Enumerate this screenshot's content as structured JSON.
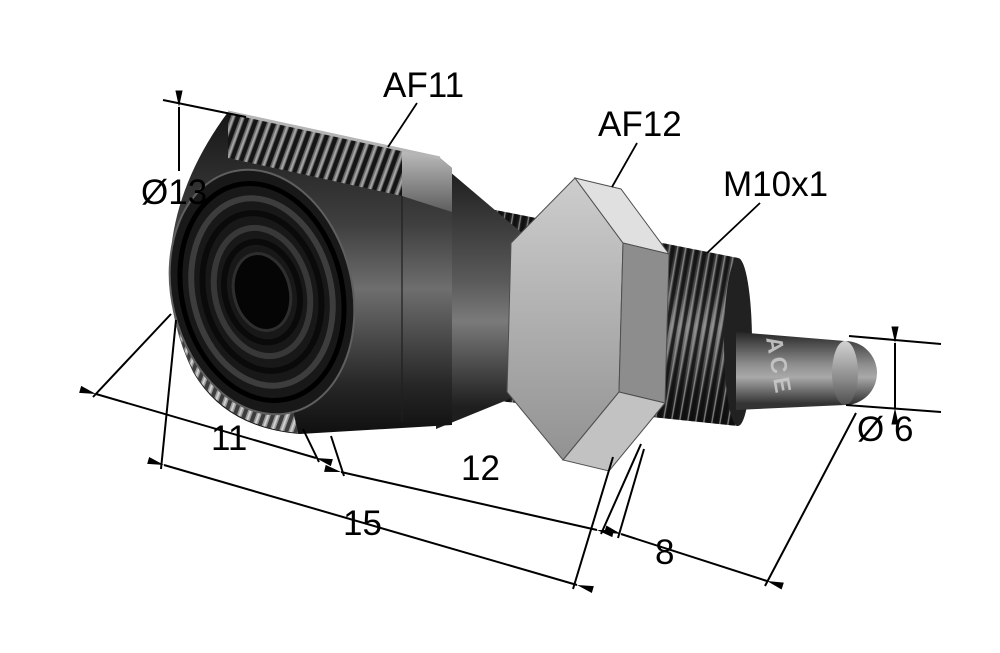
{
  "drawing": {
    "labels": {
      "wrench_flat_body": "AF11",
      "wrench_flat_nut": "AF12",
      "thread_spec": "M10x1",
      "body_diameter": "Ø13",
      "rod_diameter": "Ø 6",
      "len_knurl": "11",
      "len_thread_section": "12",
      "len_body": "15",
      "len_rod": "8",
      "brand": "ACE"
    },
    "colors": {
      "background": "#ffffff",
      "line": "#000000",
      "body_dark": "#2b2b2b",
      "nut_light": "#c9c9c9"
    }
  }
}
